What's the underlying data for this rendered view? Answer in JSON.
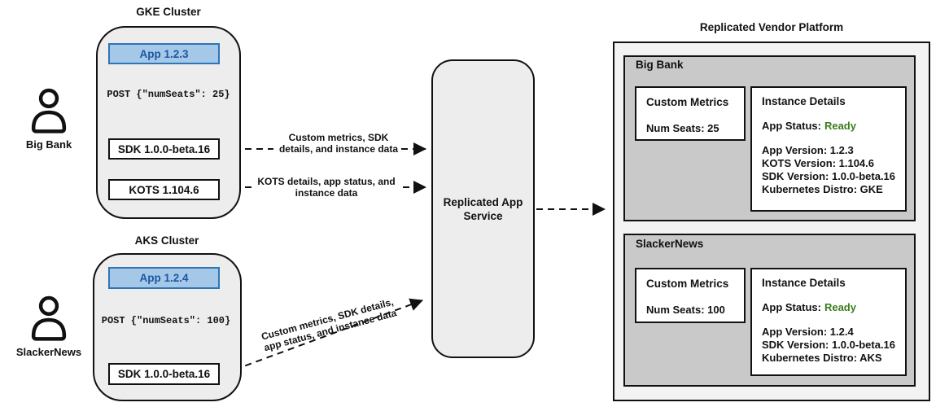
{
  "actors": [
    {
      "label": "Big Bank"
    },
    {
      "label": "SlackerNews"
    }
  ],
  "clusters": [
    {
      "title": "GKE Cluster",
      "app_label": "App 1.2.3",
      "post_text": "POST {\"numSeats\": 25}",
      "sdk_label": "SDK 1.0.0-beta.16",
      "kots_label": "KOTS 1.104.6"
    },
    {
      "title": "AKS Cluster",
      "app_label": "App 1.2.4",
      "post_text": "POST {\"numSeats\": 100}",
      "sdk_label": "SDK 1.0.0-beta.16"
    }
  ],
  "arrow_labels": {
    "gke_sdk_to_service": "Custom metrics, SDK details, and instance data",
    "gke_kots_to_service": "KOTS details, app status, and instance data",
    "aks_sdk_to_service": "Custom metrics, SDK details, app status, and instance data"
  },
  "service": {
    "label": "Replicated App Service"
  },
  "platform": {
    "title": "Replicated Vendor Platform",
    "tenants": [
      {
        "name": "Big Bank",
        "custom_metrics": {
          "title": "Custom Metrics",
          "num_seats": "Num Seats: 25"
        },
        "instance_details": {
          "title": "Instance Details",
          "app_status_label": "App Status:",
          "app_status_value": "Ready",
          "lines": [
            "App Version: 1.2.3",
            "KOTS Version: 1.104.6",
            "SDK Version: 1.0.0-beta.16",
            "Kubernetes Distro: GKE"
          ]
        }
      },
      {
        "name": "SlackerNews",
        "custom_metrics": {
          "title": "Custom Metrics",
          "num_seats": "Num Seats: 100"
        },
        "instance_details": {
          "title": "Instance Details",
          "app_status_label": "App Status:",
          "app_status_value": "Ready",
          "lines": [
            "App Version: 1.2.4",
            "SDK Version: 1.0.0-beta.16",
            "Kubernetes Distro: AKS"
          ]
        }
      }
    ]
  },
  "colors": {
    "app_box_fill": "#a5c8e9",
    "app_box_border": "#2e75b6",
    "app_box_text": "#1c56a0",
    "status_ready": "#3a7d1e",
    "tenant_fill": "#c9c9c9",
    "cluster_fill": "#ededed",
    "platform_fill": "#f3f3f3"
  }
}
